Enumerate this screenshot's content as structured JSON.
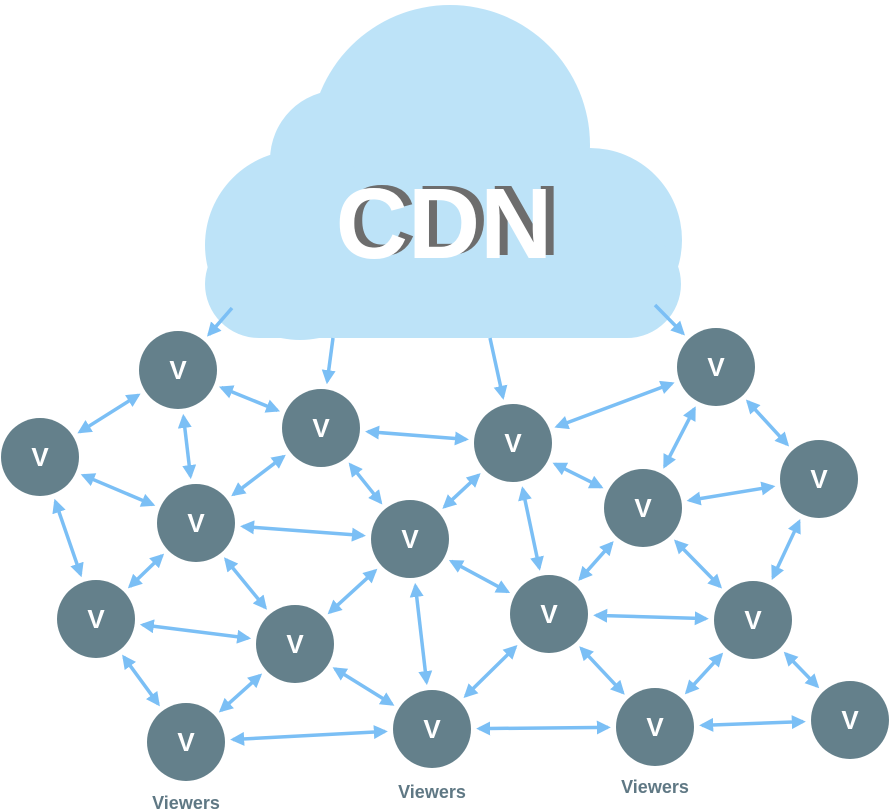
{
  "cloud": {
    "label": "CDN",
    "color": "#bde3f8"
  },
  "node_label": "V",
  "node_color": "#64808b",
  "arrow_color": "#7bbff5",
  "viewer_labels": [
    "Viewers",
    "Viewers",
    "Viewers"
  ],
  "nodes_count": 17,
  "edges": [
    [
      1,
      2
    ],
    [
      1,
      3
    ],
    [
      1,
      7
    ],
    [
      2,
      7
    ],
    [
      2,
      10
    ],
    [
      3,
      7
    ],
    [
      3,
      4
    ],
    [
      3,
      8
    ],
    [
      4,
      5
    ],
    [
      4,
      8
    ],
    [
      4,
      9
    ],
    [
      4,
      12
    ],
    [
      5,
      9
    ],
    [
      5,
      6
    ],
    [
      6,
      9
    ],
    [
      6,
      13
    ],
    [
      7,
      10
    ],
    [
      7,
      8
    ],
    [
      7,
      11
    ],
    [
      8,
      11
    ],
    [
      8,
      12
    ],
    [
      8,
      15
    ],
    [
      9,
      12
    ],
    [
      9,
      13
    ],
    [
      10,
      11
    ],
    [
      10,
      14
    ],
    [
      11,
      14
    ],
    [
      11,
      15
    ],
    [
      12,
      15
    ],
    [
      12,
      13
    ],
    [
      12,
      16
    ],
    [
      13,
      16
    ],
    [
      13,
      17
    ],
    [
      14,
      15
    ],
    [
      15,
      16
    ],
    [
      16,
      17
    ]
  ],
  "cloud_links": [
    1,
    3,
    4,
    5
  ]
}
